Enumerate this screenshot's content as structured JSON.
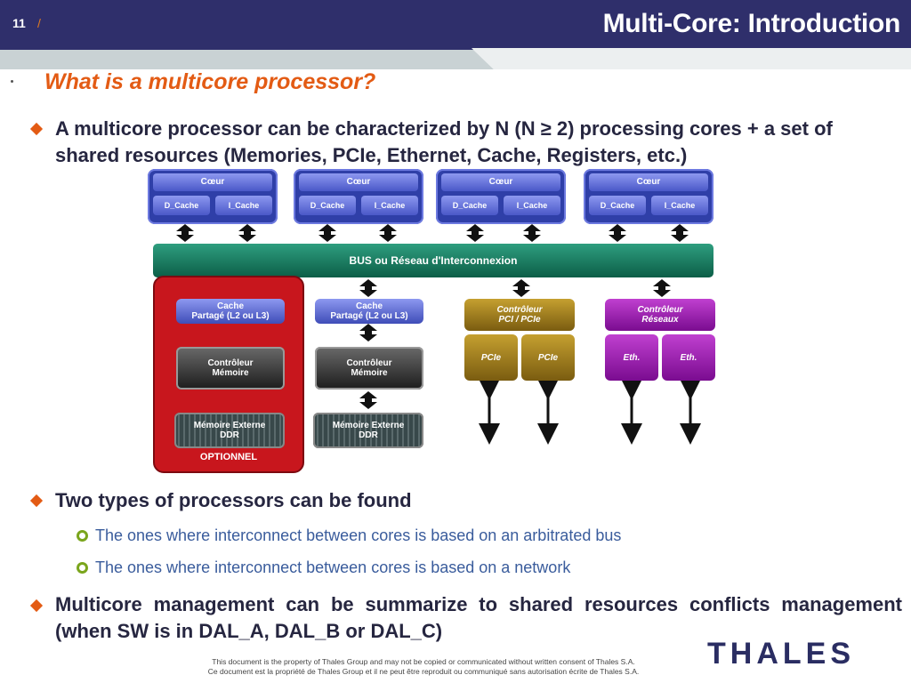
{
  "header": {
    "page_number": "11",
    "page_sep": "/",
    "title": "Multi-Core: Introduction"
  },
  "section_title": "What is a multicore processor?",
  "bullets": {
    "b1": "A multicore processor can be characterized by N (N ≥ 2) processing cores + a set of shared resources (Memories, PCIe, Ethernet, Cache, Registers, etc.)",
    "b2": "Two types of processors can be found",
    "b2_sub1": "The ones where interconnect between cores is based on an arbitrated bus",
    "b2_sub2": "The ones where interconnect between cores is based on a network",
    "b3": "Multicore management can be summarize to shared resources conflicts management (when SW is in DAL_A, DAL_B or DAL_C)"
  },
  "diagram": {
    "core_label": "Cœur",
    "dcache_label": "D_Cache",
    "icache_label": "I_Cache",
    "bus_label": "BUS ou Réseau d'Interconnexion",
    "shared_cache_l1": "Cache",
    "shared_cache_l2": "Partagé (L2 ou L3)",
    "mem_ctrl_l1": "Contrôleur",
    "mem_ctrl_l2": "Mémoire",
    "ext_mem_l1": "Mémoire Externe",
    "ext_mem_l2": "DDR",
    "optional_label": "OPTIONNEL",
    "pci_ctrl_l1": "Contrôleur",
    "pci_ctrl_l2": "PCI / PCIe",
    "pcie_label": "PCIe",
    "net_ctrl_l1": "Contrôleur",
    "net_ctrl_l2": "Réseaux",
    "eth_label": "Eth."
  },
  "footer": {
    "line1": "This document is the property of Thales Group and may not be copied or communicated without written consent of Thales S.A.",
    "line2": "Ce document est la propriété de Thales Group et il ne peut être reproduit ou communiqué sans autorisation écrite de Thales S.A."
  },
  "logo_text": "THALES",
  "colors": {
    "header_bg": "#2f2f6b",
    "accent_orange": "#e35b14",
    "sub_bullet_green": "#7aa51c",
    "sub_bullet_text": "#3a5c9c",
    "bus_green": "#1b7a5e",
    "optional_red": "#c8161d"
  }
}
